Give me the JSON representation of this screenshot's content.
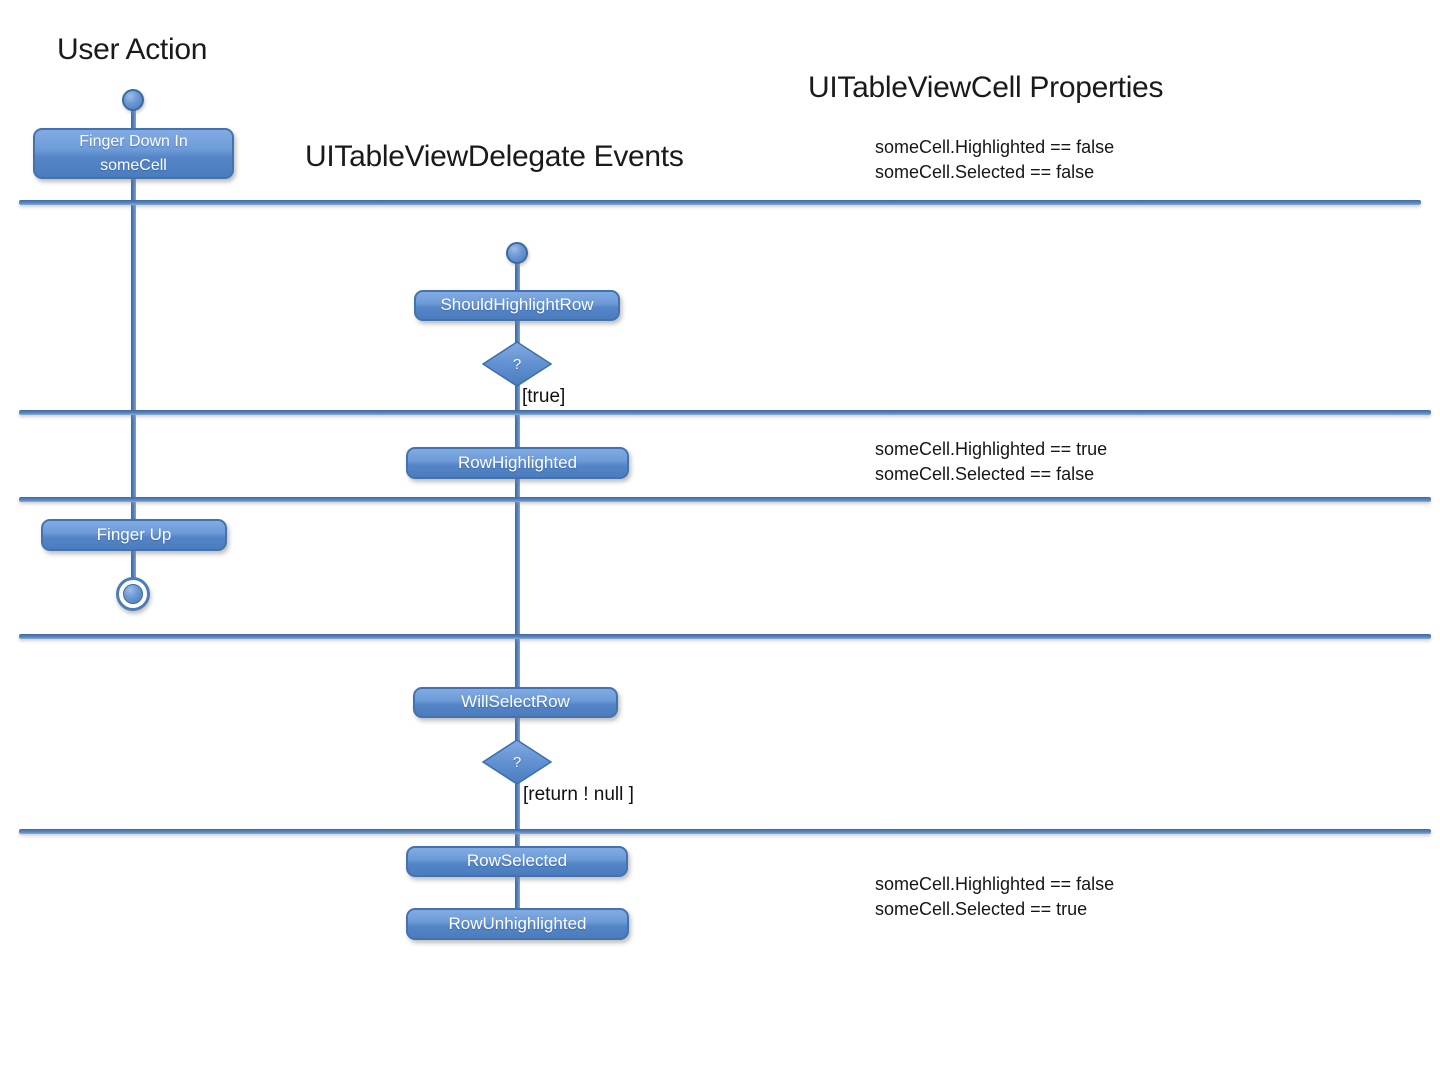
{
  "titles": {
    "user_action": "User Action",
    "delegate_events": "UITableViewDelegate Events",
    "cell_properties": "UITableViewCell Properties"
  },
  "user_lane": {
    "finger_down_line1": "Finger Down In",
    "finger_down_line2": "someCell",
    "finger_up": "Finger Up"
  },
  "delegate_lane": {
    "should_highlight_row": "ShouldHighlightRow",
    "row_highlighted": "RowHighlighted",
    "will_select_row": "WillSelectRow",
    "row_selected": "RowSelected",
    "row_unhighlighted": "RowUnhighlighted",
    "decision_mark": "?",
    "guard_true": "[true]",
    "guard_return_not_null": "[return ! null ]"
  },
  "properties": {
    "state1": {
      "line1": "someCell.Highlighted == false",
      "line2": "someCell.Selected == false"
    },
    "state2": {
      "line1": "someCell.Highlighted == true",
      "line2": "someCell.Selected == false"
    },
    "state3": {
      "line1": "someCell.Highlighted == false",
      "line2": "someCell.Selected == true"
    }
  },
  "colors": {
    "node_fill_top": "#82abe2",
    "node_fill_bottom": "#4a7cbe",
    "node_border": "#4273ae",
    "line_blue": "#4f81bd",
    "text_dark": "#1a1a1a"
  }
}
